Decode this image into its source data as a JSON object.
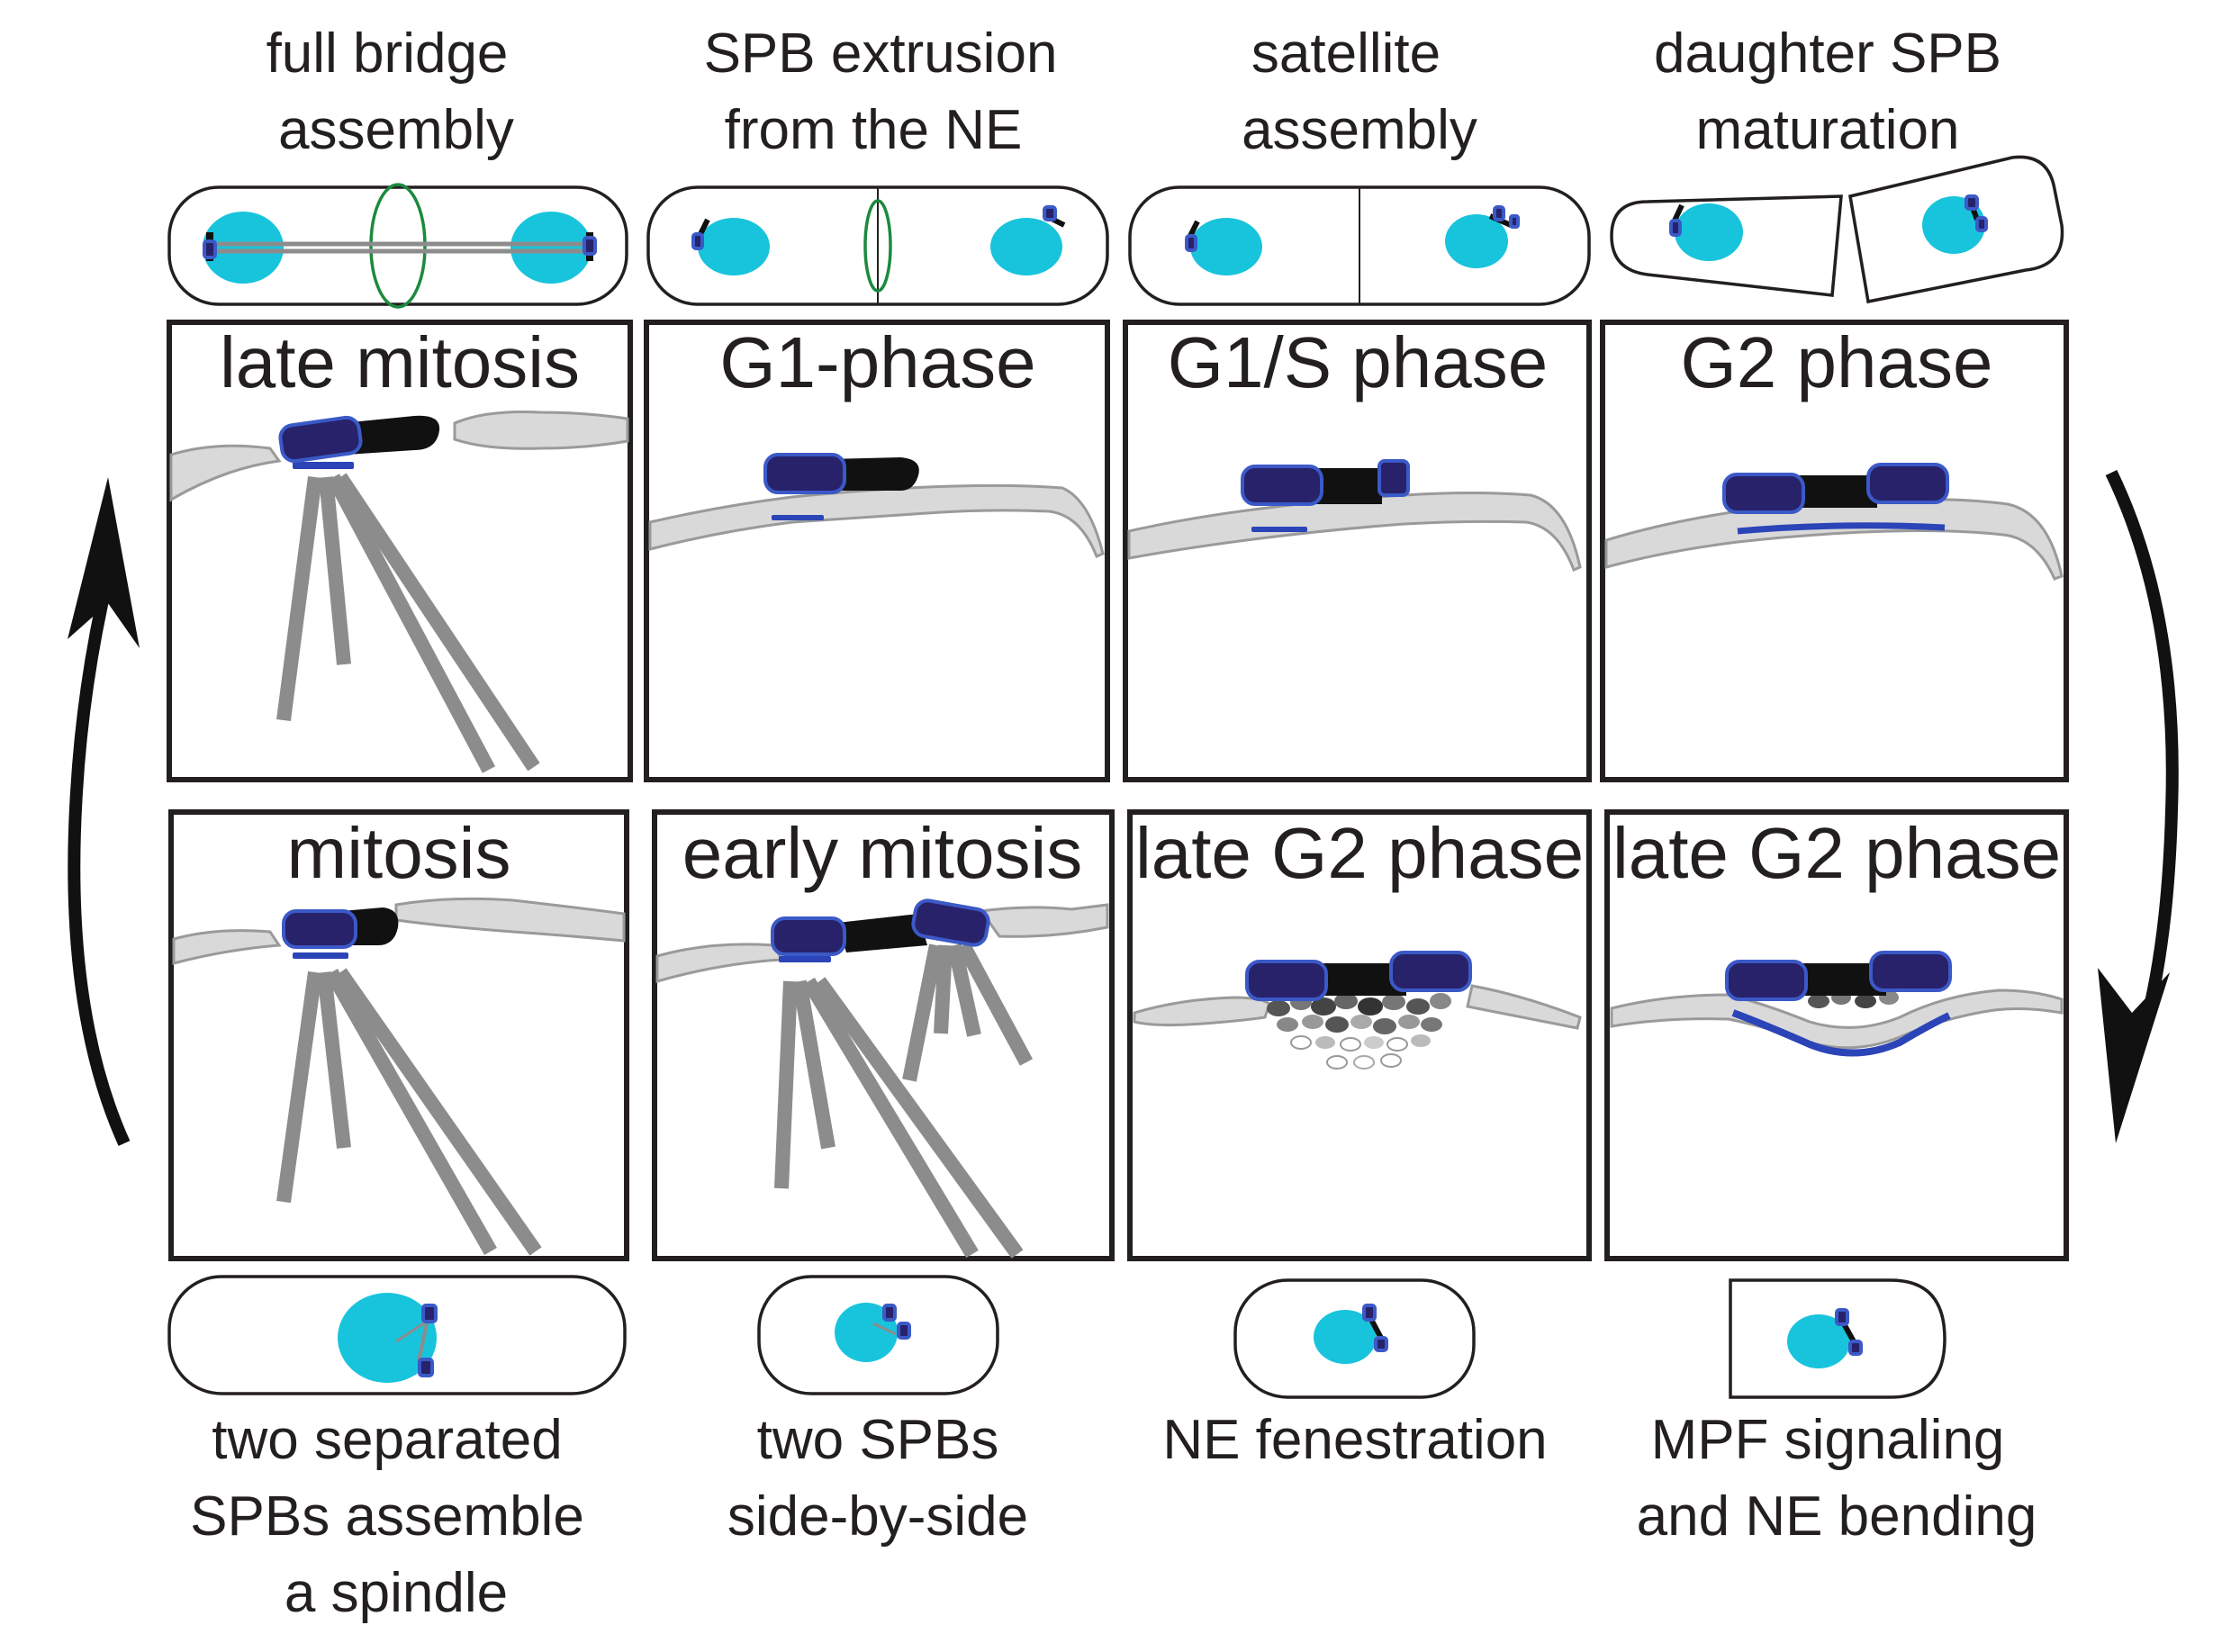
{
  "top_labels": {
    "col1": [
      "full bridge",
      "assembly"
    ],
    "col2": [
      "SPB extrusion",
      "from the NE"
    ],
    "col3": [
      "satellite",
      "assembly"
    ],
    "col4": [
      "daughter SPB",
      "maturation"
    ]
  },
  "panel_titles": {
    "top": [
      "late mitosis",
      "G1-phase",
      "G1/S phase",
      "G2 phase"
    ],
    "bottom": [
      "mitosis",
      "early mitosis",
      "late G2 phase",
      "late G2 phase"
    ]
  },
  "bottom_labels": {
    "col1": [
      "two separated",
      "SPBs assemble",
      "a spindle"
    ],
    "col2": [
      "two SPBs",
      "side-by-side"
    ],
    "col3": [
      "NE fenestration"
    ],
    "col4": [
      "MPF signaling",
      "and NE bending"
    ]
  },
  "colors": {
    "spb": "#27226a",
    "spb_outline": "#3b59c7",
    "half_bridge": "#111111",
    "nuclear_envelope": "#d9d9d9",
    "microtubule": "#8c8c8c",
    "nucleus": "#18c4dc",
    "actomyosin_ring": "#1b8a3e",
    "inner_plaque": "#2b44b8"
  }
}
